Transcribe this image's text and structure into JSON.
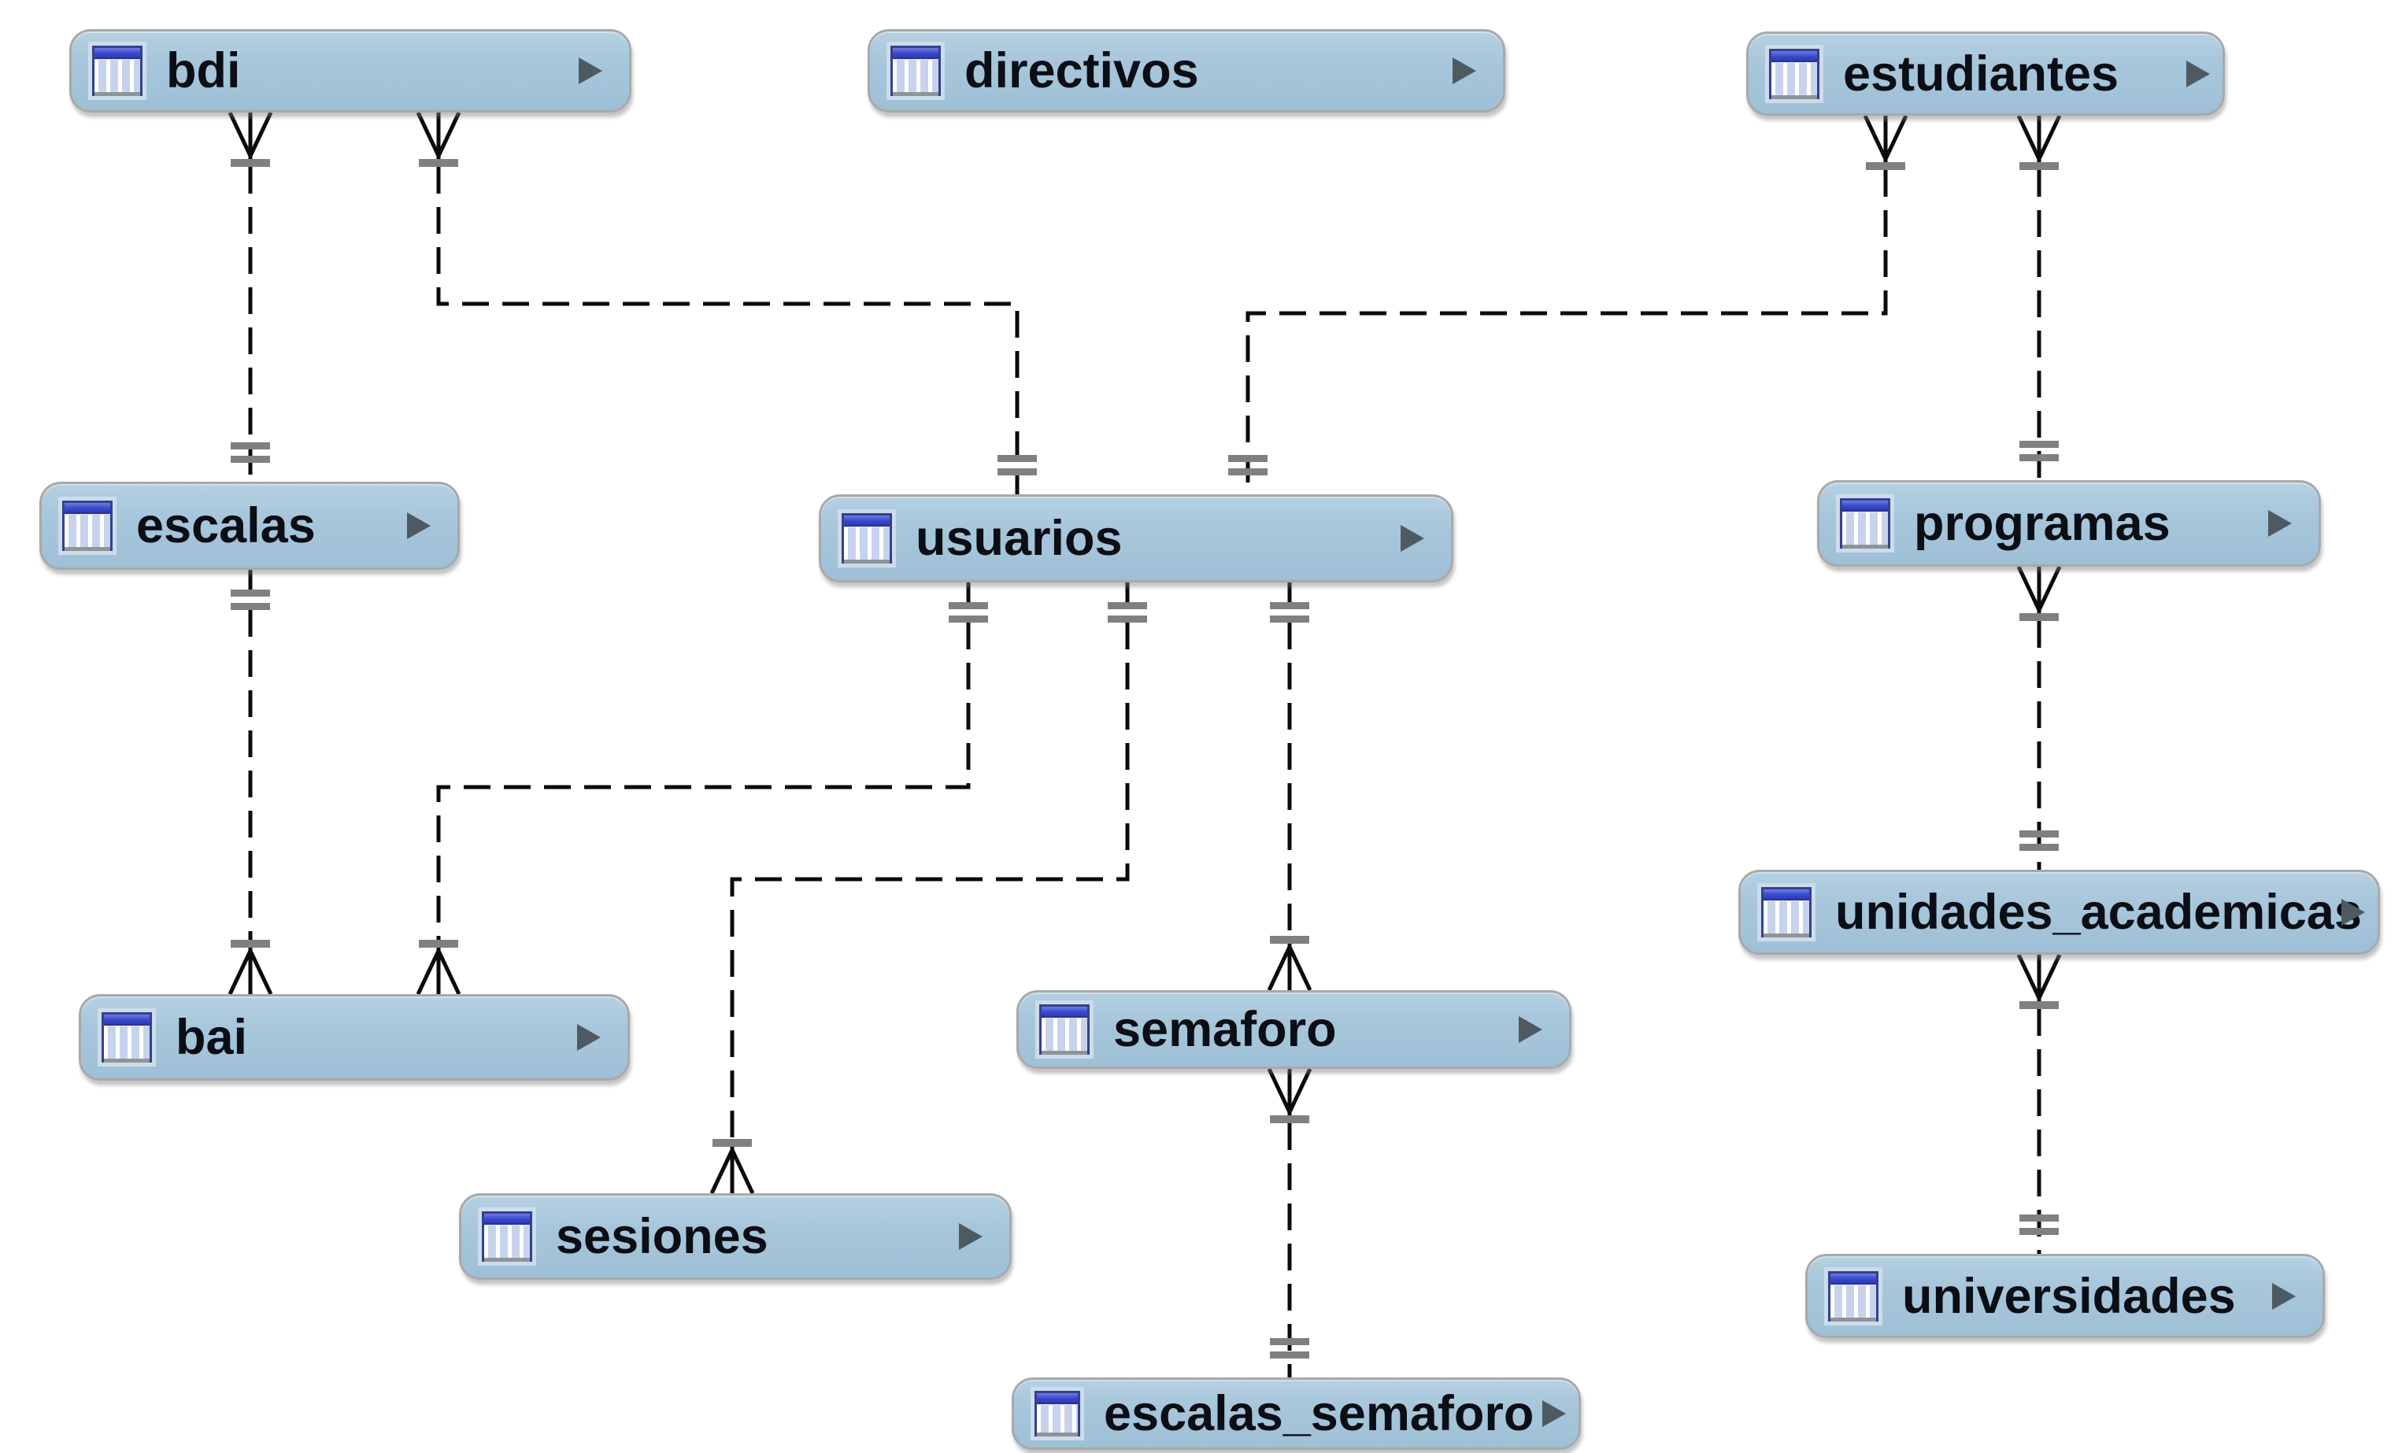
{
  "diagram_type": "EER database schema diagram",
  "entities": [
    {
      "id": "bdi",
      "label": "bdi"
    },
    {
      "id": "directivos",
      "label": "directivos"
    },
    {
      "id": "estudiantes",
      "label": "estudiantes"
    },
    {
      "id": "escalas",
      "label": "escalas"
    },
    {
      "id": "usuarios",
      "label": "usuarios"
    },
    {
      "id": "programas",
      "label": "programas"
    },
    {
      "id": "unidades_academicas",
      "label": "unidades_academicas"
    },
    {
      "id": "bai",
      "label": "bai"
    },
    {
      "id": "semaforo",
      "label": "semaforo"
    },
    {
      "id": "sesiones",
      "label": "sesiones"
    },
    {
      "id": "universidades",
      "label": "universidades"
    },
    {
      "id": "escalas_semaforo",
      "label": "escalas_semaforo"
    }
  ],
  "relationships": [
    {
      "from": "bdi",
      "to": "escalas",
      "from_end": "many-crow-foot",
      "to_end": "one-double-bar",
      "line": "dashed"
    },
    {
      "from": "bdi",
      "to": "usuarios",
      "from_end": "many-crow-foot",
      "to_end": "one-double-bar",
      "line": "dashed"
    },
    {
      "from": "estudiantes",
      "to": "usuarios",
      "from_end": "many-crow-foot",
      "to_end": "one-double-bar",
      "line": "dashed"
    },
    {
      "from": "estudiantes",
      "to": "programas",
      "from_end": "many-crow-foot",
      "to_end": "one-double-bar",
      "line": "dashed"
    },
    {
      "from": "programas",
      "to": "unidades_academicas",
      "from_end": "many-crow-foot",
      "to_end": "one-double-bar",
      "line": "dashed"
    },
    {
      "from": "unidades_academicas",
      "to": "universidades",
      "from_end": "many-crow-foot",
      "to_end": "one-double-bar",
      "line": "dashed"
    },
    {
      "from": "escalas",
      "to": "bai",
      "from_end": "one-double-bar",
      "to_end": "many-crow-foot",
      "line": "dashed"
    },
    {
      "from": "usuarios",
      "to": "bai",
      "from_end": "one-double-bar",
      "to_end": "many-crow-foot",
      "line": "dashed"
    },
    {
      "from": "usuarios",
      "to": "sesiones",
      "from_end": "one-double-bar",
      "to_end": "many-crow-foot",
      "line": "dashed"
    },
    {
      "from": "usuarios",
      "to": "semaforo",
      "from_end": "one-double-bar",
      "to_end": "many-crow-foot",
      "line": "dashed"
    },
    {
      "from": "semaforo",
      "to": "escalas_semaforo",
      "from_end": "many-crow-foot",
      "to_end": "one-double-bar",
      "line": "dashed"
    }
  ],
  "icons": {
    "table_icon": "table-icon",
    "expand_icon": "expand-arrow-icon"
  },
  "colors": {
    "background": "#ffffff",
    "entity_fill": "#a7c6db",
    "entity_border": "#a9a9a9",
    "label_text": "#0c0e15",
    "relationship_line": "#000000",
    "cardinality_bar": "#808080",
    "icon_titlebar_blue": "#3a49cc",
    "expand_arrow": "#4e5a62"
  }
}
